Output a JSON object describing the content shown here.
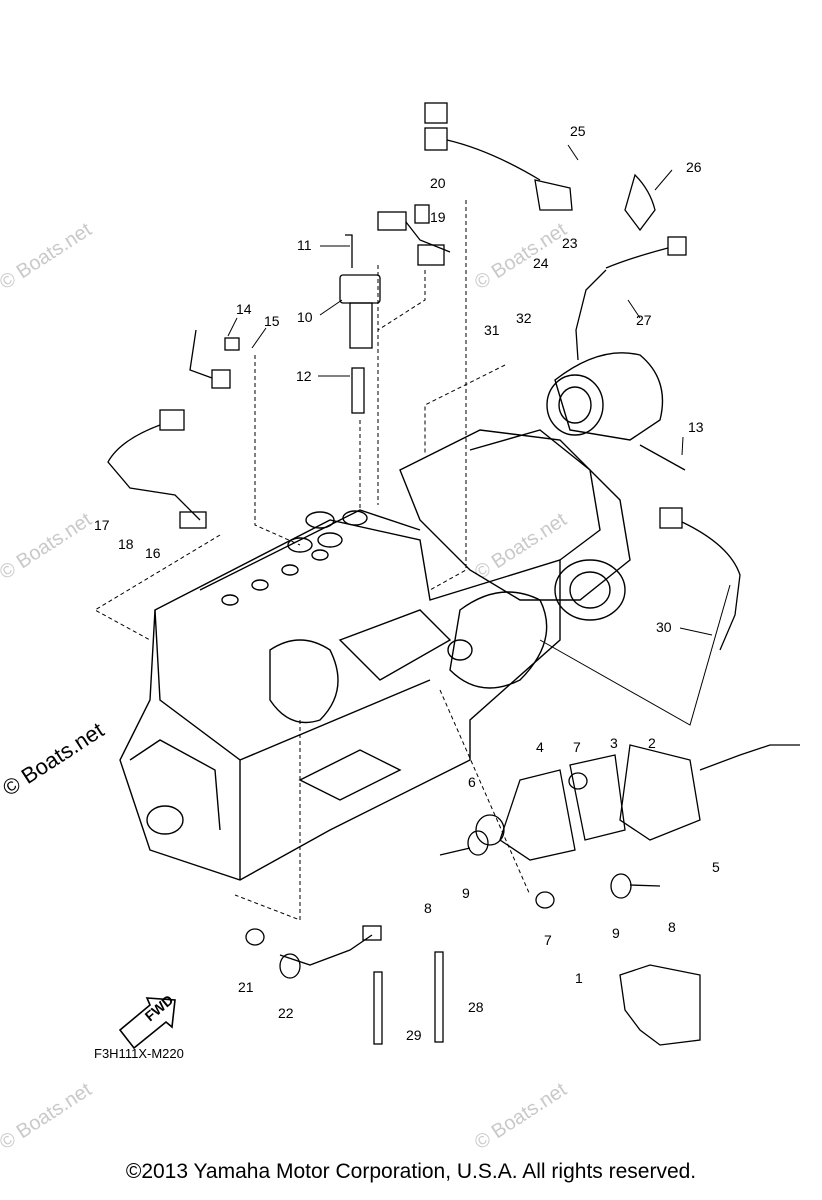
{
  "diagram": {
    "figure_code": "F3H111X-M220",
    "fwd_label": "FWD",
    "copyright": "©2013 Yamaha Motor Corporation, U.S.A. All rights reserved.",
    "watermark": "© Boats.net",
    "side_watermark": "© Boats.net",
    "callouts": [
      "1",
      "2",
      "3",
      "4",
      "5",
      "6",
      "7",
      "7",
      "8",
      "8",
      "9",
      "9",
      "10",
      "11",
      "12",
      "13",
      "14",
      "15",
      "16",
      "17",
      "18",
      "19",
      "20",
      "21",
      "22",
      "23",
      "24",
      "25",
      "26",
      "27",
      "28",
      "29",
      "30",
      "31",
      "32"
    ]
  }
}
